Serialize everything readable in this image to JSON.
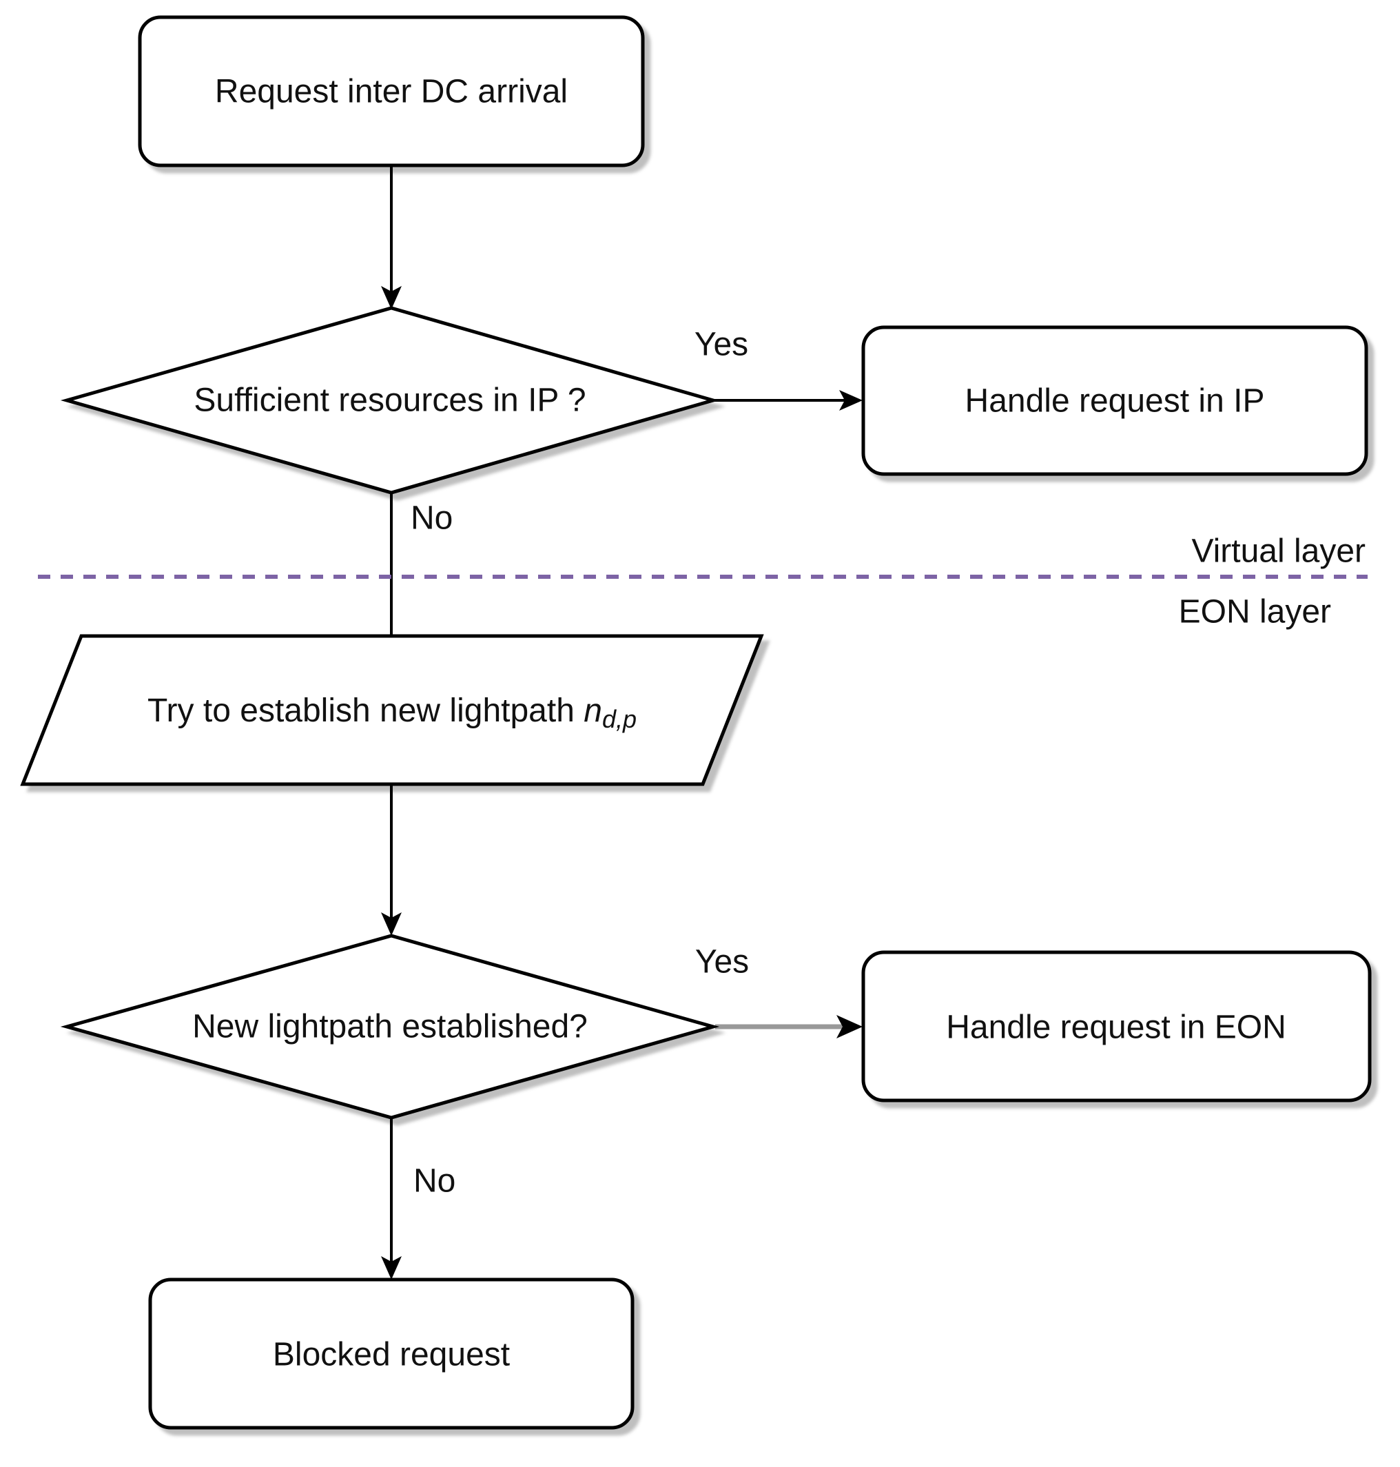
{
  "flowchart": {
    "nodes": {
      "start": {
        "label": "Request inter DC arrival"
      },
      "decision_ip": {
        "label": "Sufficient resources in IP ?"
      },
      "handle_ip": {
        "label": "Handle request in IP"
      },
      "try_lightpath": {
        "label_main": "Try to establish new lightpath ",
        "label_var": "n",
        "label_sub": "d,p"
      },
      "decision_lightpath": {
        "label": "New lightpath established?"
      },
      "handle_eon": {
        "label": "Handle request in EON"
      },
      "blocked": {
        "label": "Blocked request"
      }
    },
    "edge_labels": {
      "yes_ip": "Yes",
      "no_ip": "No",
      "yes_eon": "Yes",
      "no_eon": "No"
    },
    "layers": {
      "virtual": "Virtual layer",
      "eon": "EON layer"
    },
    "colors": {
      "divider_purple": "#7d63a5",
      "gray_edge": "#999999",
      "shape_stroke": "#000000",
      "shape_fill": "#ffffff"
    }
  }
}
